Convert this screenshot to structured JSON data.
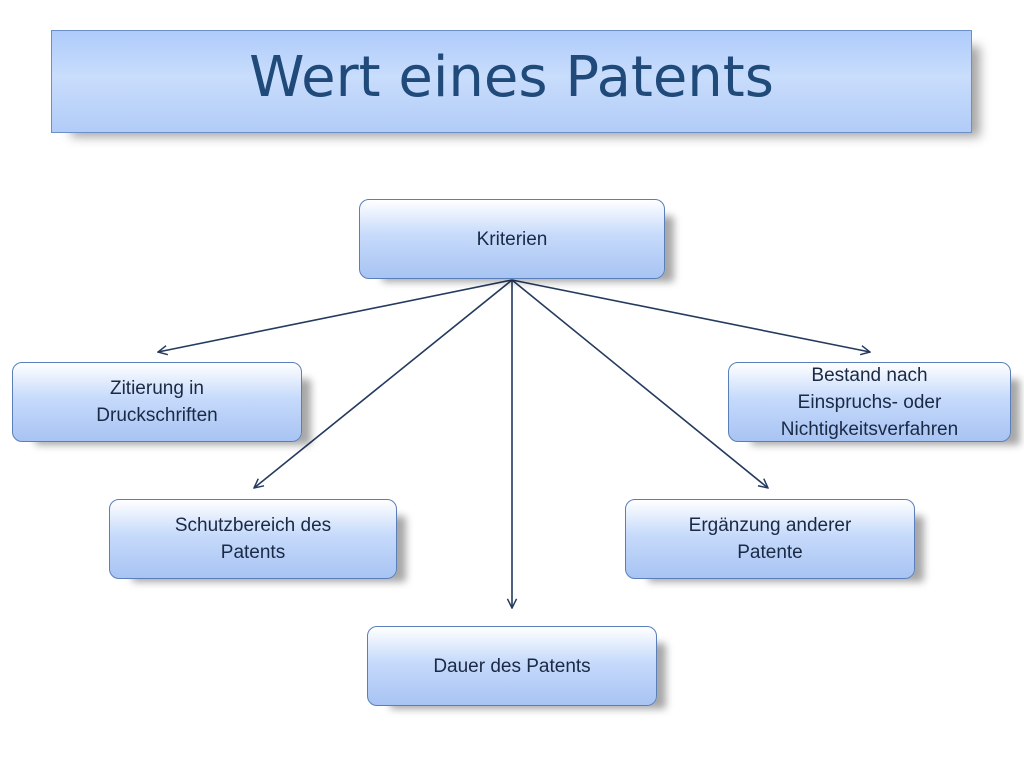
{
  "title": "Wert eines Patents",
  "root": {
    "label": "Kriterien"
  },
  "children": [
    {
      "id": "zitierung",
      "label": "Zitierung in\nDruckschriften"
    },
    {
      "id": "bestand",
      "label": "Bestand nach\nEinspruchs- oder\nNichtigkeitsverfahren"
    },
    {
      "id": "schutzbereich",
      "label": "Schutzbereich des\nPatents"
    },
    {
      "id": "ergaenzung",
      "label": "Ergänzung anderer\nPatente"
    },
    {
      "id": "dauer",
      "label": "Dauer des Patents"
    }
  ],
  "colors": {
    "title_text": "#1f4a7a",
    "box_border": "#5a7fb8",
    "connector": "#243a5e"
  }
}
